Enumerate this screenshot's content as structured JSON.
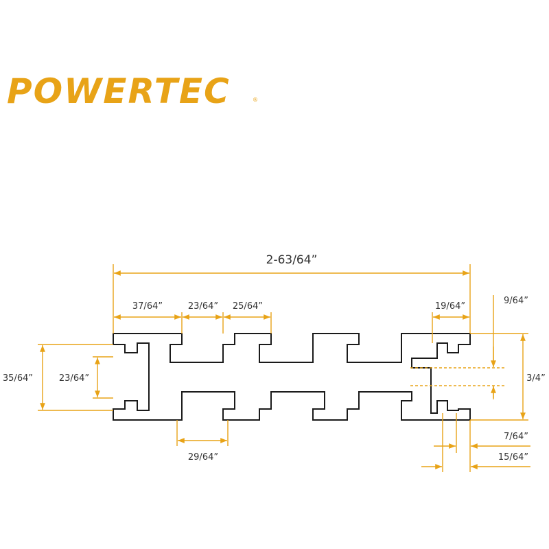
{
  "brand": {
    "name": "POWERTEC",
    "registered": "®",
    "color": "#e8a317"
  },
  "colors": {
    "dimension_line": "#e8a317",
    "profile_line": "#1a1a1a",
    "text": "#333333"
  },
  "dimensions": {
    "overall_width": "2-63/64”",
    "end_slot_width": "37/64”",
    "slot_opening": "23/64”",
    "slot_pitch": "25/64”",
    "right_end_width": "19/64”",
    "lip_depth": "9/64”",
    "end_height": "35/64”",
    "end_opening": "23/64”",
    "height": "3/4”",
    "slot_bottom_width": "29/64”",
    "wall_thickness": "7/64”",
    "lip_width": "15/64”"
  }
}
